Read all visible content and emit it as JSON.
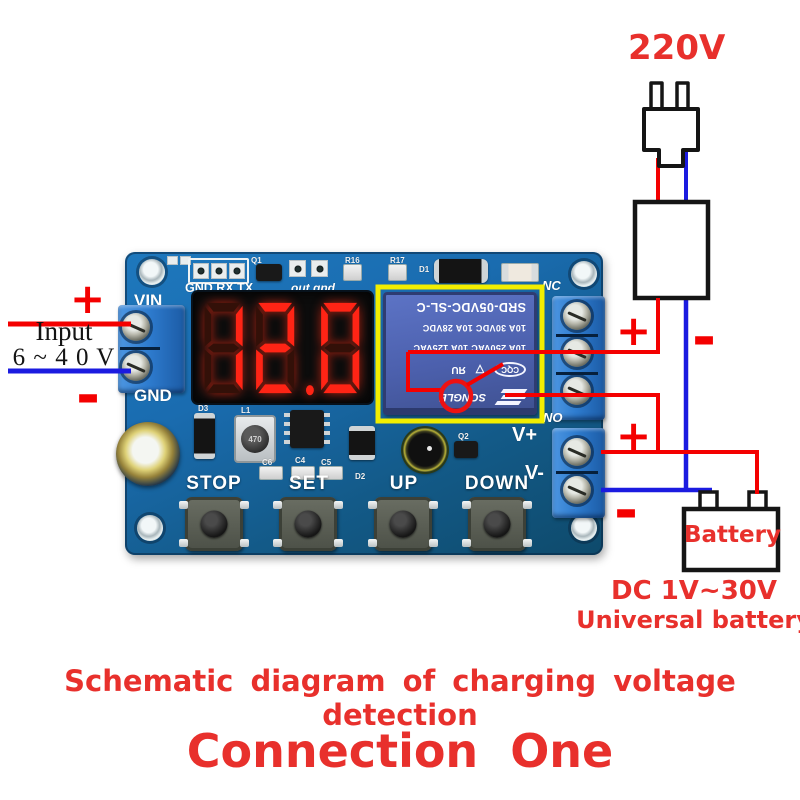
{
  "captions": {
    "schematic": "Schematic diagram of charging voltage detection",
    "connection": "Connection One"
  },
  "supply": {
    "label": "220V",
    "plus": "+",
    "minus": "-"
  },
  "input": {
    "plus": "+",
    "minus": "-",
    "line1": "Input",
    "line2": "6 ~ 4 0 V"
  },
  "output": {
    "plus": "+",
    "minus": "-"
  },
  "battery": {
    "name": "Battery",
    "line1": "DC 1V~30V",
    "line2": "Universal battery"
  },
  "board": {
    "display_value": "12.0",
    "silkscreen": {
      "vin": "VIN",
      "gnd": "GND",
      "header3": "GND RX TX",
      "header2": "out gnd",
      "nc": "NC",
      "no": "NO",
      "vplus": "V+",
      "vminus": "V-",
      "q1": "Q1",
      "q2": "Q2",
      "r16": "R16",
      "r17": "R17",
      "d1": "D1",
      "d2": "D2",
      "d3": "D3",
      "l1": "L1",
      "c4": "C4",
      "c5": "C5",
      "c6": "C6"
    },
    "inductor_value": "470",
    "buttons": [
      {
        "label": "STOP"
      },
      {
        "label": "SET"
      },
      {
        "label": "UP"
      },
      {
        "label": "DOWN"
      }
    ],
    "relay": {
      "brand": "SONGLE",
      "ul_mark": "ЯU",
      "cqc": "CQC",
      "rating_ac": "10A 250VAC  10A 125VAC",
      "rating_dc": "10A 30VDC  10A 28VDC",
      "model": "SRD-05VDC-SL-C"
    }
  },
  "colors": {
    "wire_red": "#ff0000",
    "wire_blue": "#1b1be0",
    "annotation_red": "#e8302c",
    "highlight_yellow": "#f2ee00",
    "display_red": "#ff2415",
    "pcb_blue": "#17649f"
  }
}
